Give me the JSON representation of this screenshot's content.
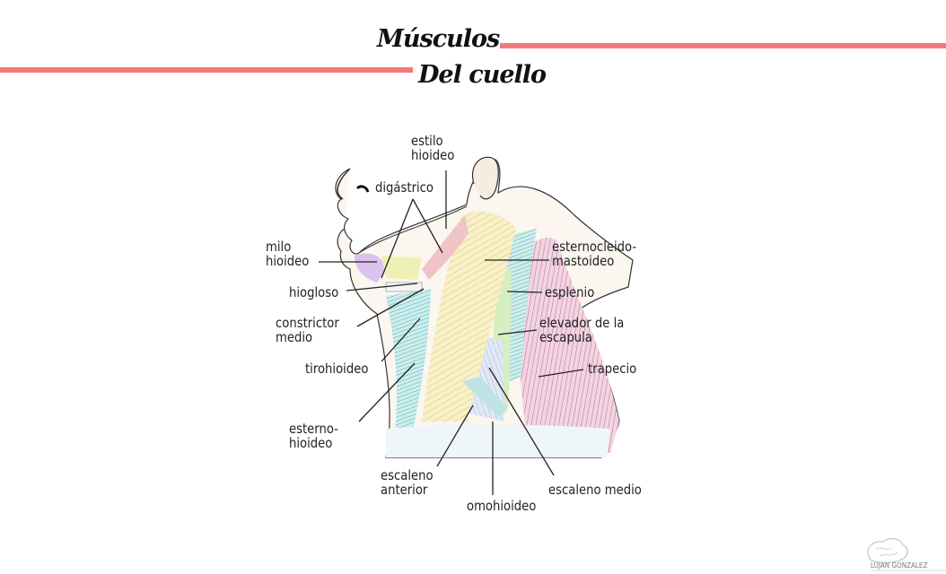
{
  "header": {
    "title_line1": "Músculos",
    "title_line2": "Del cuello",
    "accent_color": "#f17b7b"
  },
  "diagram": {
    "labels": {
      "estilo_hioideo": [
        "estilo",
        "hioideo"
      ],
      "digastrico": "digástrico",
      "milo_hioideo": [
        "milo",
        "hioideo"
      ],
      "hiogloso": "hiogloso",
      "constrictor_medio": [
        "constrictor",
        "medio"
      ],
      "tirohioideo": "tirohioideo",
      "esterno_hioideo": [
        "esterno-",
        "hioideo"
      ],
      "escaleno_anterior": [
        "escaleno",
        "anterior"
      ],
      "omohioideo": "omohioideo",
      "escaleno_medio": "escaleno medio",
      "trapecio": "trapecio",
      "elevador_escapula": [
        "elevador de la",
        "escapula"
      ],
      "esplenio": "esplenio",
      "esternocleidomastoideo": [
        "esternocleido-",
        "mastoideo"
      ]
    },
    "muscle_colors": {
      "sternocleidomastoid": "#efe6a8",
      "trapezius": "#d98fb0",
      "splenius": "#8fd3cf",
      "levator": "#a8d88a",
      "infrahyoid": "#8ccfcf",
      "mylohyoid": "#c79be0",
      "hyoglossus": "#e2e58a",
      "stylohyoid": "#e29a9a",
      "scalene": "#b8c4ea"
    }
  },
  "watermark": {
    "text": "LUJAN GONZALEZ",
    "icon": "brain-icon"
  }
}
